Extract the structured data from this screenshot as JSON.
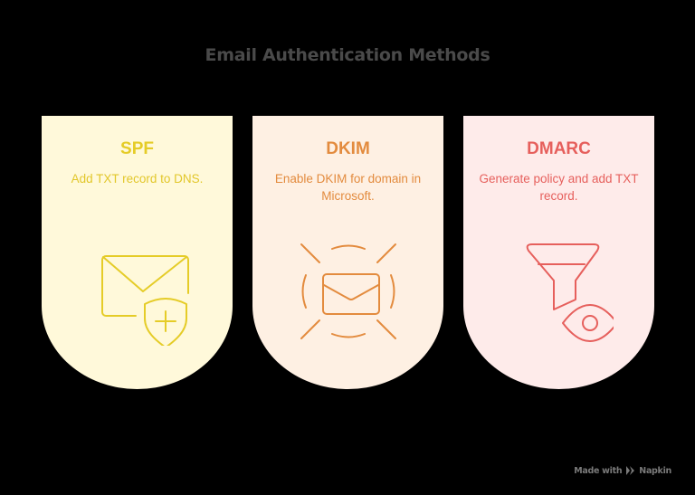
{
  "title": "Email Authentication Methods",
  "cards": [
    {
      "title": "SPF",
      "description": "Add TXT record to DNS.",
      "icon": "envelope-shield-plus-icon",
      "background": "#FFF9DA",
      "accent": "#E5CC27"
    },
    {
      "title": "DKIM",
      "description": "Enable DKIM for domain in Microsoft.",
      "icon": "envelope-target-icon",
      "background": "#FEF0E3",
      "accent": "#E38B3E"
    },
    {
      "title": "DMARC",
      "description": "Generate policy and add TXT record.",
      "icon": "funnel-eye-icon",
      "background": "#FEEBEA",
      "accent": "#E65F5C"
    }
  ],
  "footer": {
    "made_with": "Made with",
    "brand": "Napkin"
  }
}
